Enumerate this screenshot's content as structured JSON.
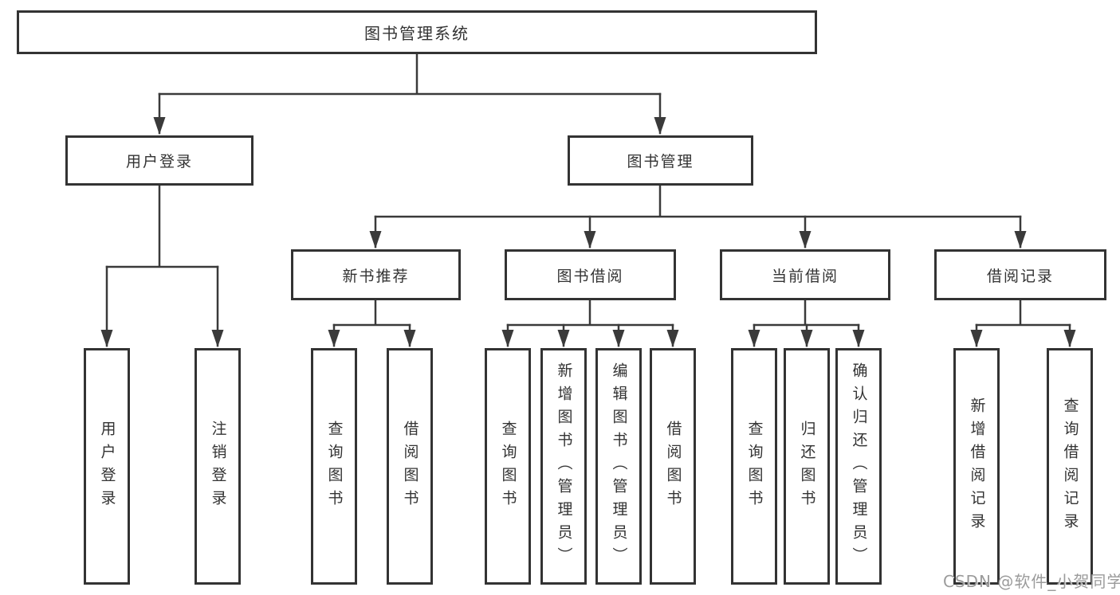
{
  "diagram": {
    "root": {
      "label": "图书管理系统"
    },
    "branches": [
      {
        "label": "用户登录",
        "children": [
          {
            "label": "用户登录"
          },
          {
            "label": "注销登录"
          }
        ]
      },
      {
        "label": "图书管理",
        "children": [
          {
            "label": "新书推荐",
            "children": [
              {
                "label": "查询图书"
              },
              {
                "label": "借阅图书"
              }
            ]
          },
          {
            "label": "图书借阅",
            "children": [
              {
                "label": "查询图书"
              },
              {
                "label": "新增图书（管理员）"
              },
              {
                "label": "编辑图书（管理员）"
              },
              {
                "label": "借阅图书"
              }
            ]
          },
          {
            "label": "当前借阅",
            "children": [
              {
                "label": "查询图书"
              },
              {
                "label": "归还图书"
              },
              {
                "label": "确认归还（管理员）"
              }
            ]
          },
          {
            "label": "借阅记录",
            "children": [
              {
                "label": "新增借阅记录"
              },
              {
                "label": "查询借阅记录"
              }
            ]
          }
        ]
      }
    ],
    "watermark": "CSDN @软件_小贺同学",
    "colors": {
      "line": "#3a3a3a",
      "box_border": "#333333",
      "text": "#333333",
      "watermark": "#9b9b9b",
      "background": "#ffffff"
    }
  }
}
